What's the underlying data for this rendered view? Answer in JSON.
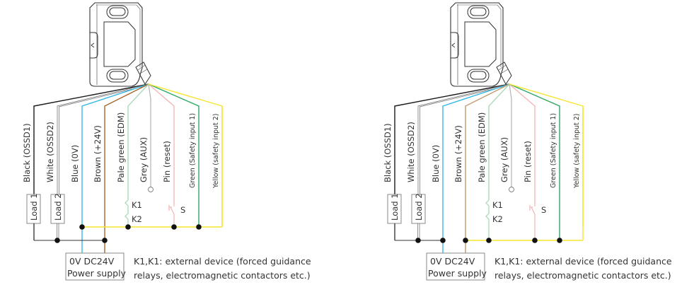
{
  "colors": {
    "black": "#1a1a1a",
    "white": "#8a8a8a",
    "blue": "#35b8e8",
    "brown": "#a5652a",
    "brown_right": "#c49a6c",
    "pale_green": "#a8dcb8",
    "grey": "#b8b8b8",
    "pink": "#f4b8b8",
    "green": "#2fa866",
    "yellow": "#f4e630",
    "junction": "#111111",
    "box_border": "#888888"
  },
  "diagrams": [
    {
      "id": "left",
      "wires": [
        {
          "key": "black",
          "label": "Black (OSSD1)"
        },
        {
          "key": "white",
          "label": "White (OSSD2)"
        },
        {
          "key": "blue",
          "label": "Blue (0V)"
        },
        {
          "key": "brown",
          "label": "Brown (+24V)"
        },
        {
          "key": "pale_green",
          "label": "Pale green (EDM)"
        },
        {
          "key": "grey",
          "label": "Grey (AUX)"
        },
        {
          "key": "pink",
          "label": "Pin (reset)"
        },
        {
          "key": "green",
          "label": "Green (Safety input 1)"
        },
        {
          "key": "yellow",
          "label": "Yellow (safety input 2)"
        }
      ],
      "loads": [
        "Load 1",
        "Load 2"
      ],
      "contacts": [
        "K1",
        "K2"
      ],
      "switch": "S",
      "power_supply": {
        "line1": "0V  DC24V",
        "line2": "Power supply"
      },
      "note": [
        "K1,K1: external device (forced guidance",
        "relays, electromagnetic contactors etc.)"
      ]
    },
    {
      "id": "right",
      "wires": [
        {
          "key": "black",
          "label": "Black (OSSD1)"
        },
        {
          "key": "white",
          "label": "White (OSSD2)"
        },
        {
          "key": "blue",
          "label": "Blue (0V)"
        },
        {
          "key": "brown",
          "label": "Brown (+24V)"
        },
        {
          "key": "pale_green",
          "label": "Pale green (EDM)"
        },
        {
          "key": "grey",
          "label": "Grey (AUX)"
        },
        {
          "key": "pink",
          "label": "Pin (reset)"
        },
        {
          "key": "green",
          "label": "Green (Safety input 1)"
        },
        {
          "key": "yellow",
          "label": "Yellow (safety input 2)"
        }
      ],
      "loads": [
        "Load 1",
        "Load 2"
      ],
      "contacts": [
        "K1",
        "K2"
      ],
      "switch": "S",
      "power_supply": {
        "line1": "0V  DC24V",
        "line2": "Power supply"
      },
      "note": [
        "K1,K1: external device (forced guidance",
        "relays, electromagnetic contactors etc.)"
      ]
    }
  ]
}
